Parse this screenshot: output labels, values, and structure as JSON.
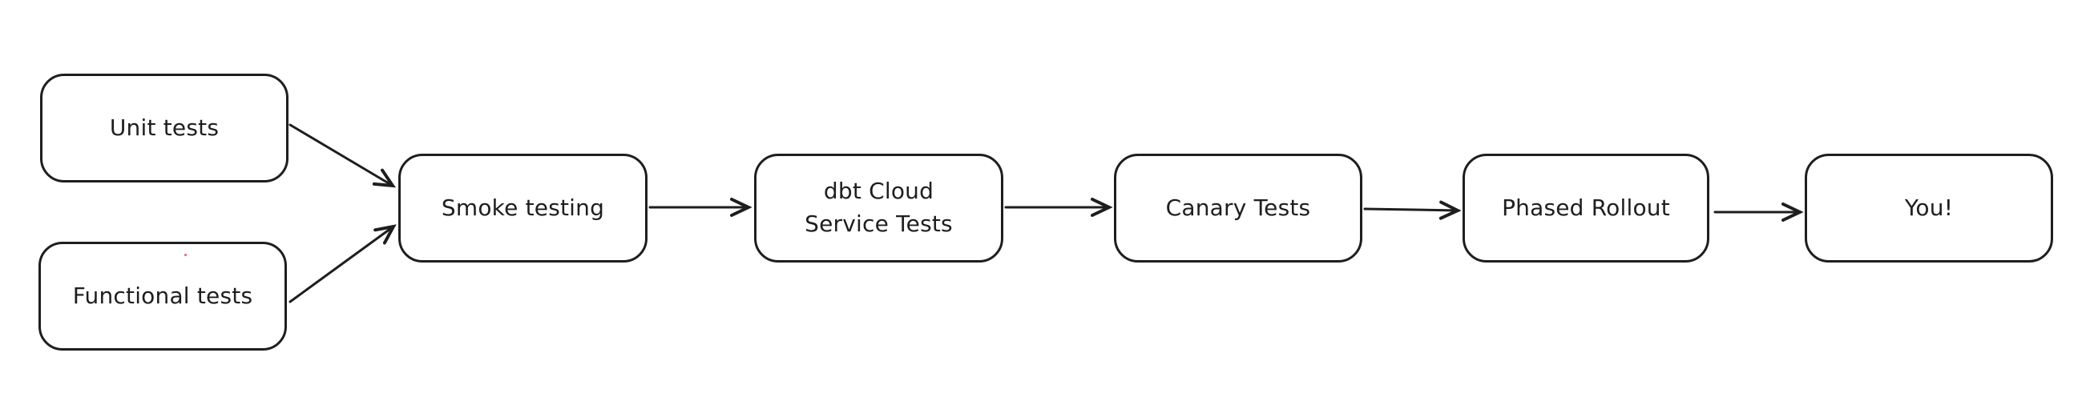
{
  "colors": {
    "background": "#ffffff",
    "stroke": "#1e1e1e",
    "text": "#1e1e1e",
    "artifact_dot": "#e03c3c"
  },
  "diagram": {
    "type": "flowchart",
    "style": "hand-drawn",
    "nodes": [
      {
        "id": "unit-tests",
        "label": "Unit tests"
      },
      {
        "id": "functional-tests",
        "label": "Functional tests"
      },
      {
        "id": "smoke-testing",
        "label": "Smoke testing"
      },
      {
        "id": "dbt-cloud-service-tests",
        "label": "dbt Cloud\nService Tests"
      },
      {
        "id": "canary-tests",
        "label": "Canary Tests"
      },
      {
        "id": "phased-rollout",
        "label": "Phased Rollout"
      },
      {
        "id": "you",
        "label": "You!"
      }
    ],
    "edges": [
      {
        "from": "unit-tests",
        "to": "smoke-testing"
      },
      {
        "from": "functional-tests",
        "to": "smoke-testing"
      },
      {
        "from": "smoke-testing",
        "to": "dbt-cloud-service-tests"
      },
      {
        "from": "dbt-cloud-service-tests",
        "to": "canary-tests"
      },
      {
        "from": "canary-tests",
        "to": "phased-rollout"
      },
      {
        "from": "phased-rollout",
        "to": "you"
      }
    ]
  }
}
